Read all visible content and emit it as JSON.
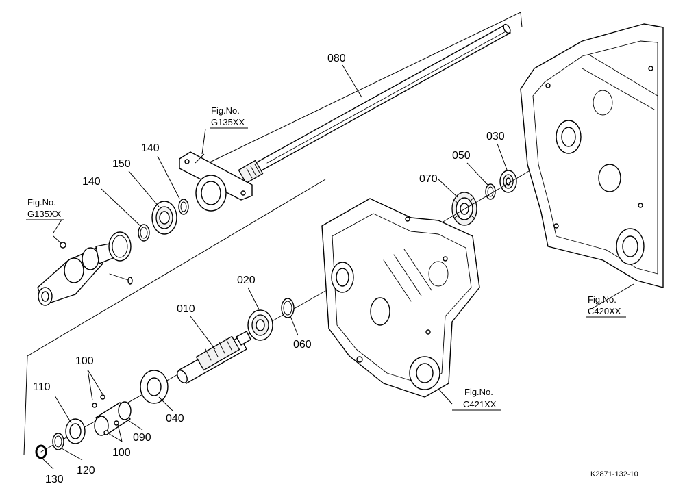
{
  "parts": {
    "p010": "010",
    "p020": "020",
    "p030": "030",
    "p040": "040",
    "p050": "050",
    "p060": "060",
    "p070": "070",
    "p080": "080",
    "p090": "090",
    "p100a": "100",
    "p100b": "100",
    "p110": "110",
    "p120": "120",
    "p130": "130",
    "p140a": "140",
    "p140b": "140",
    "p150": "150"
  },
  "figure_refs": {
    "g135_top": {
      "label": "Fig.No.",
      "code": "G135XX"
    },
    "g135_left": {
      "label": "Fig.No.",
      "code": "G135XX"
    },
    "c421": {
      "label": "Fig.No.",
      "code": "C421XX"
    },
    "c420": {
      "label": "Fig.No.",
      "code": "C420XX"
    }
  },
  "diagram_code": "K2871-132-10"
}
